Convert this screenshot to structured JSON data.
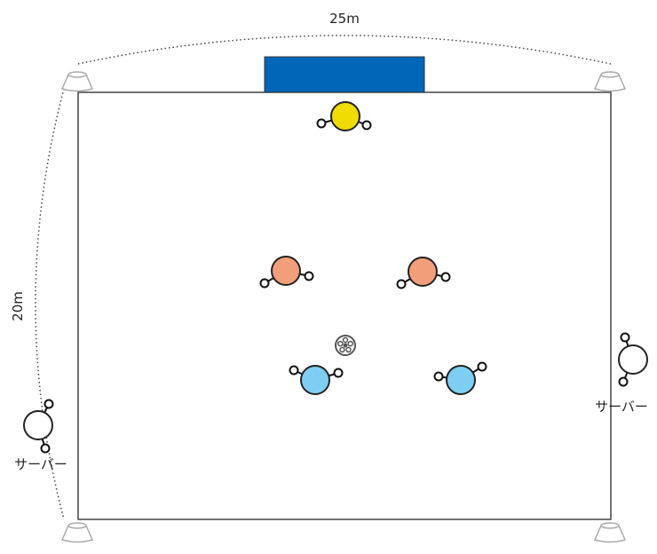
{
  "dimensions": {
    "width_label": "25m",
    "height_label": "20m"
  },
  "servers": [
    {
      "label": "サーバー"
    },
    {
      "label": "サーバー"
    }
  ],
  "colors": {
    "goal": "#0066b8",
    "goalkeeper": "#f0dc00",
    "attackers": "#f29e7a",
    "defenders": "#7ecef3",
    "server": "#ffffff",
    "field_line": "#444444",
    "cone": "#aaaaaa"
  }
}
